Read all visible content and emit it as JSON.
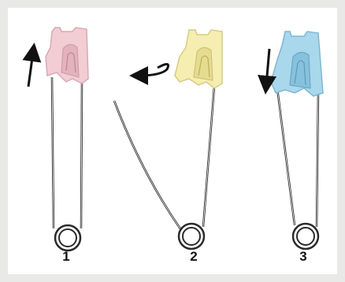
{
  "steps": [
    {
      "label": "1",
      "cap_color": "#f2cdd3",
      "cap_shade": "#e4b2bc",
      "motion": "up",
      "state": "open-cap-raised"
    },
    {
      "label": "2",
      "cap_color": "#f5eeb0",
      "cap_shade": "#e6dc8e",
      "motion": "hooked-left",
      "state": "pin-open"
    },
    {
      "label": "3",
      "cap_color": "#a9d7ec",
      "cap_shade": "#86c2de",
      "motion": "down",
      "state": "closed-cap-lowered"
    }
  ],
  "colors": {
    "background": "#e9e9e7",
    "panel": "#ffffff",
    "wire": "#2b2b2b",
    "arrow": "#111111"
  }
}
